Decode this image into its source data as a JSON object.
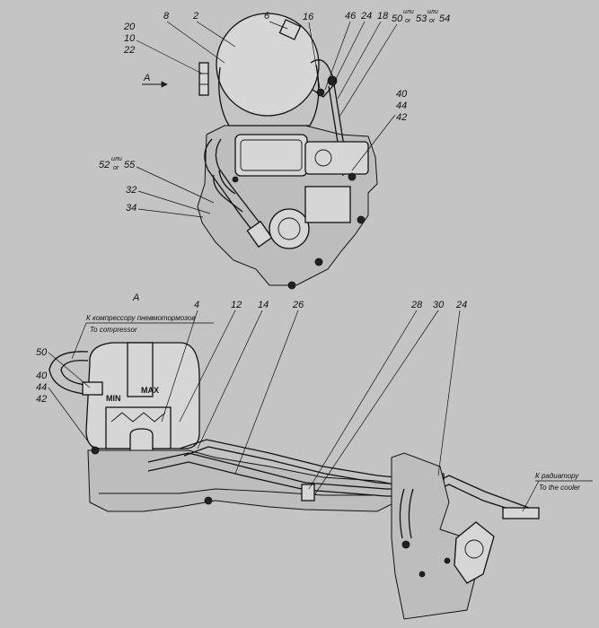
{
  "view_top_callouts": {
    "c20": "20",
    "c10": "10",
    "c22": "22",
    "c8": "8",
    "c2": "2",
    "c6": "6",
    "c16": "16",
    "c46": "46",
    "c24": "24",
    "c18": "18",
    "c50": "50",
    "c53": "53",
    "c54": "54",
    "or_ru": "или",
    "or_en": "or",
    "c40": "40",
    "c44": "44",
    "c42": "42",
    "c52": "52",
    "c55": "55",
    "c32": "32",
    "c34": "34",
    "view_arrow_label": "A"
  },
  "view_a": {
    "title": "A",
    "compressor_ru": "К компрессору пневмотормозов",
    "compressor_en": "To compressor",
    "cooler_ru": "К радиатору",
    "cooler_en": "To the cooler",
    "max_mark": "MAX",
    "min_mark": "MIN",
    "callouts": {
      "c4": "4",
      "c12": "12",
      "c14": "14",
      "c26": "26",
      "c28": "28",
      "c30": "30",
      "c24": "24",
      "c50": "50",
      "c40": "40",
      "c44": "44",
      "c42": "42"
    }
  }
}
